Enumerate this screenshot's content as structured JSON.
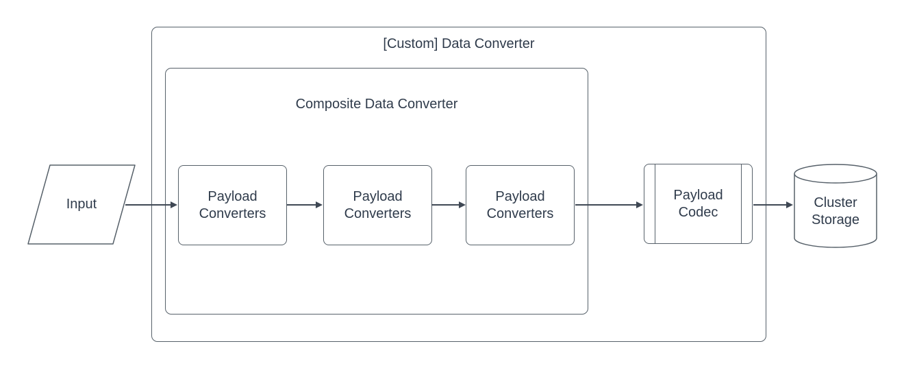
{
  "colors": {
    "background": "#ffffff",
    "shape_stroke": "#566069",
    "label_text": "#2f3b4b",
    "arrow": "#3f4854"
  },
  "diagram": {
    "outer_container": {
      "label": "[Custom] Data Converter"
    },
    "composite_container": {
      "label": "Composite Data Converter"
    },
    "input_node": {
      "label": "Input",
      "shape": "parallelogram"
    },
    "converter_nodes": [
      {
        "label": "Payload\nConverters"
      },
      {
        "label": "Payload\nConverters"
      },
      {
        "label": "Payload\nConverters"
      }
    ],
    "codec_node": {
      "label": "Payload\nCodec",
      "shape": "predefined-process"
    },
    "storage_node": {
      "label": "Cluster\nStorage",
      "shape": "cylinder"
    }
  }
}
